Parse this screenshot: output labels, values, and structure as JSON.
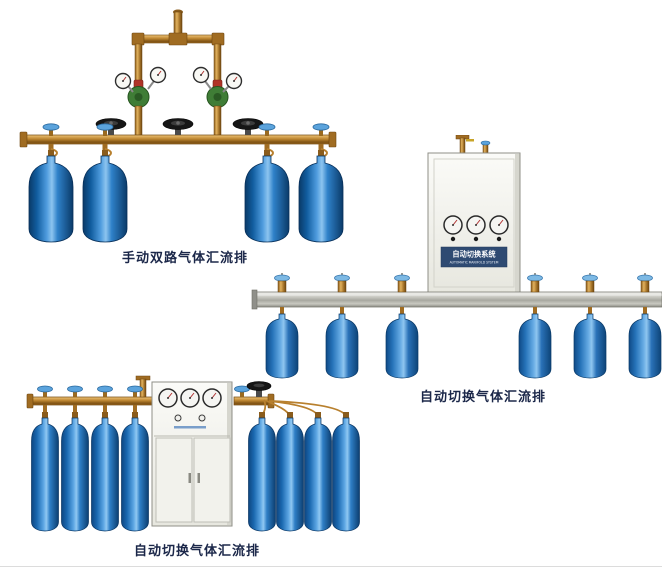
{
  "page": {
    "background": "#ffffff"
  },
  "products": {
    "manual_dual": {
      "caption": "手动双路气体汇流排",
      "cylinder_count": 4
    },
    "auto_switch_right": {
      "caption": "自动切换气体汇流排",
      "cabinet_label": "自动切换系统",
      "cabinet_sublabel": "AUTOMATIC MANIFOLD SYSTEM",
      "cylinder_count": 6
    },
    "auto_switch_bottom": {
      "caption": "自动切换气体汇流排",
      "cylinder_count": 8
    }
  },
  "colors": {
    "brass_pipe": "#b8802e",
    "cylinder_blue": "#1565b0",
    "valve_handwheel_blue": "#5ba3dc",
    "black_handwheel": "#161616",
    "cabinet_body": "#f2f2ec",
    "cabinet_label_band": "#2e4a72",
    "caption_text": "#1b2749"
  }
}
